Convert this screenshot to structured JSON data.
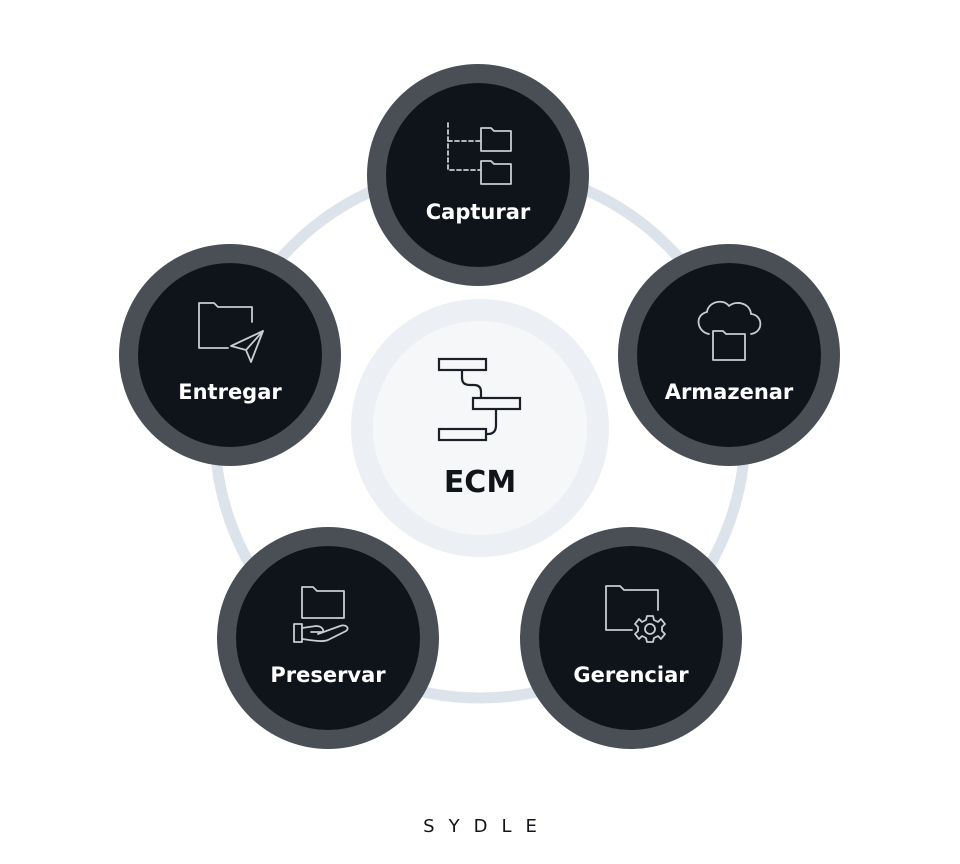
{
  "diagram": {
    "center": {
      "label": "ECM",
      "icon": "hierarchy-flow-icon"
    },
    "nodes": [
      {
        "label": "Capturar",
        "icon": "folder-tree-icon"
      },
      {
        "label": "Armazenar",
        "icon": "cloud-folder-icon"
      },
      {
        "label": "Gerenciar",
        "icon": "folder-gear-icon"
      },
      {
        "label": "Preservar",
        "icon": "folder-hand-icon"
      },
      {
        "label": "Entregar",
        "icon": "folder-send-icon"
      }
    ]
  },
  "brand": {
    "name": "SYDLE"
  },
  "colors": {
    "ring": "#dde3ea",
    "node_outer": "#4a4f56",
    "node_inner": "#0f131a",
    "center_outer": "#eceff3",
    "center_inner": "#f6f7f9",
    "node_text": "#ffffff",
    "center_text": "#111418"
  }
}
